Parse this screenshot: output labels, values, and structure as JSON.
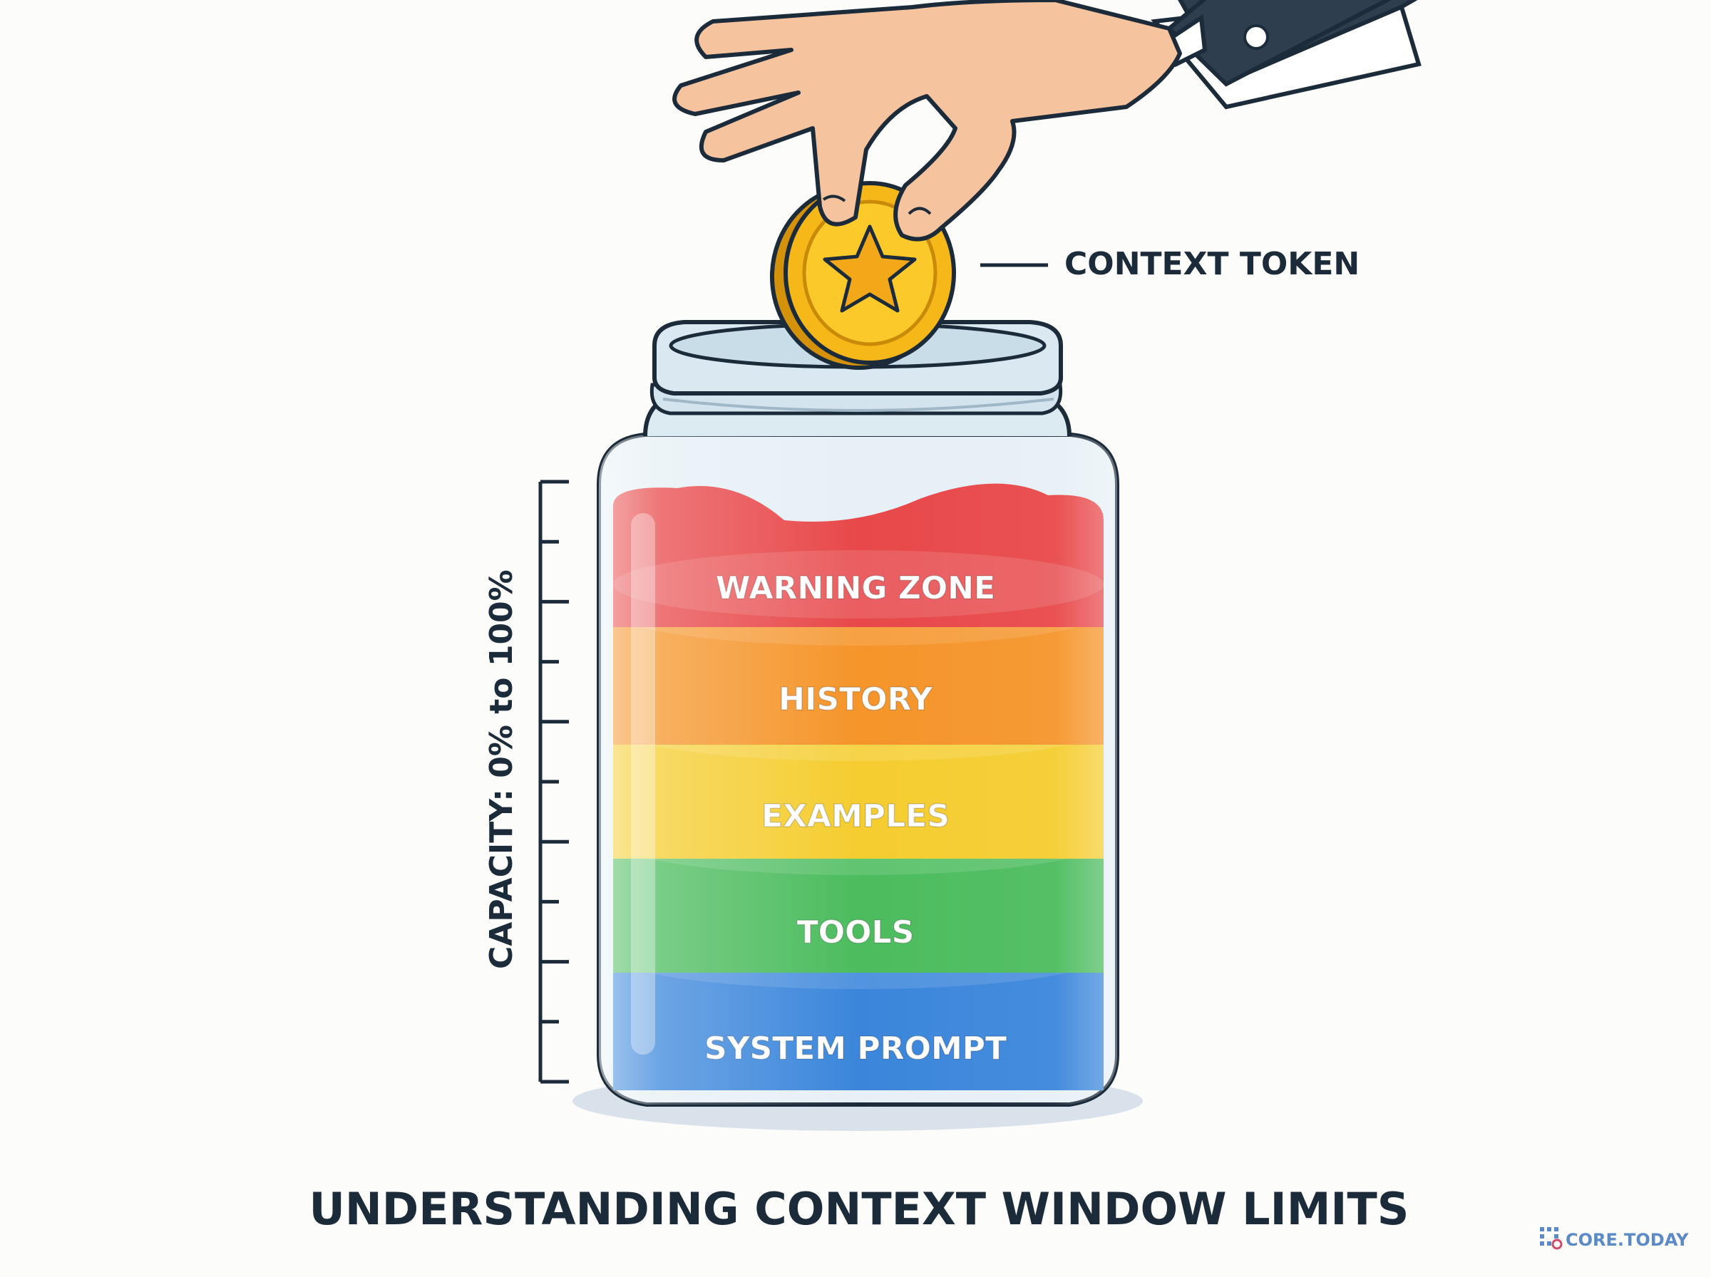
{
  "title": "UNDERSTANDING CONTEXT WINDOW LIMITS",
  "token_label": "CONTEXT TOKEN",
  "axis_label": "CAPACITY: 0% to 100%",
  "watermark": "CORE.TODAY",
  "layers": [
    {
      "label": "WARNING ZONE",
      "color": "#e8484a"
    },
    {
      "label": "HISTORY",
      "color": "#f5952a"
    },
    {
      "label": "EXAMPLES",
      "color": "#f5cd30"
    },
    {
      "label": "TOOLS",
      "color": "#4cbc5e"
    },
    {
      "label": "SYSTEM PROMPT",
      "color": "#3b86db"
    }
  ],
  "colors": {
    "ink": "#1c2b3a",
    "coin": "#f6b819",
    "coin_dark": "#d4920b",
    "skin": "#f6c39f",
    "sleeve": "#2f3e4f",
    "glass": "#dbeaf3"
  }
}
